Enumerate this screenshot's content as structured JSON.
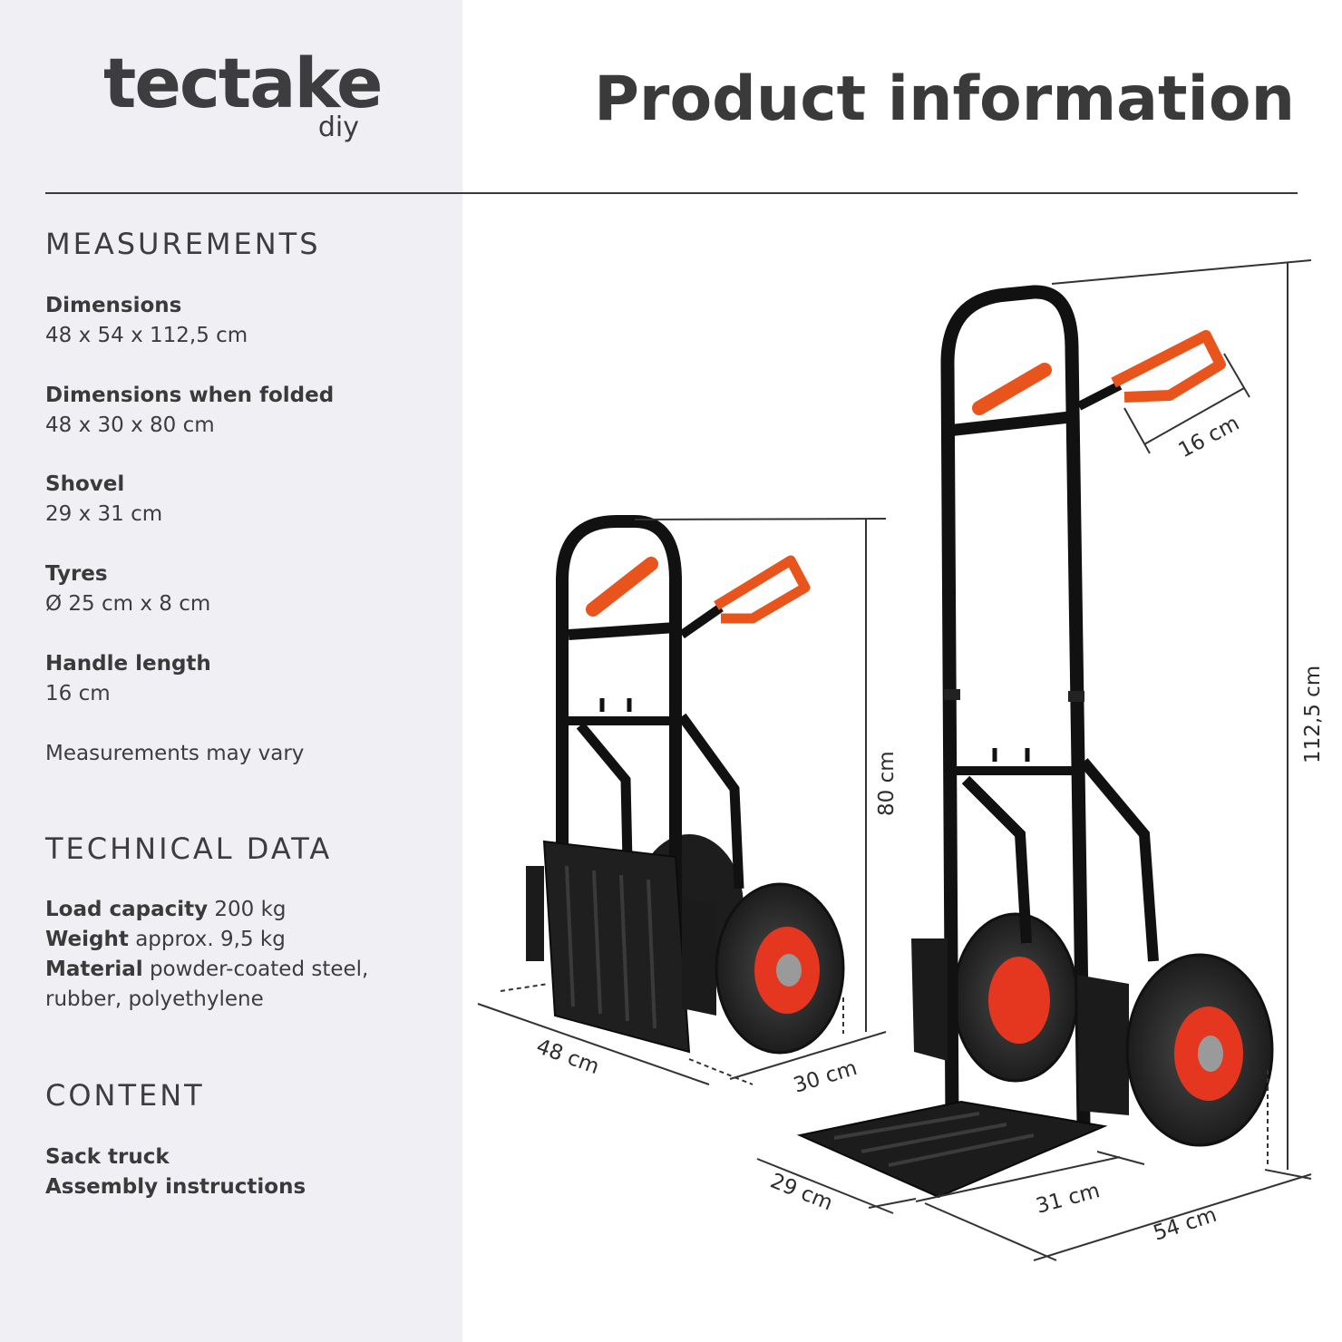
{
  "brand": {
    "name": "tectake",
    "sub": "diy"
  },
  "page_title": "Product information",
  "sections": {
    "measurements": {
      "title": "MEASUREMENTS",
      "items": [
        {
          "label": "Dimensions",
          "value": "48 x 54 x 112,5 cm"
        },
        {
          "label": "Dimensions when folded",
          "value": "48 x 30 x 80 cm"
        },
        {
          "label": "Shovel",
          "value": "29 x 31 cm"
        },
        {
          "label": "Tyres",
          "value": "Ø 25 cm x 8 cm"
        },
        {
          "label": "Handle length",
          "value": "16 cm"
        }
      ],
      "note": "Measurements may vary"
    },
    "technical": {
      "title": "TECHNICAL DATA",
      "items": [
        {
          "label": "Load capacity",
          "value": "200 kg"
        },
        {
          "label": "Weight",
          "value": "approx. 9,5 kg"
        },
        {
          "label": "Material",
          "value": "powder-coated steel,",
          "value2": "rubber, polyethylene"
        }
      ]
    },
    "content": {
      "title": "CONTENT",
      "items": [
        "Sack truck",
        "Assembly instructions"
      ]
    }
  },
  "dimension_labels": {
    "folded_width": "48 cm",
    "folded_depth": "30 cm",
    "folded_height": "80 cm",
    "handle": "16 cm",
    "height": "112,5 cm",
    "shovel_depth": "29 cm",
    "shovel_width": "31 cm",
    "depth": "54 cm"
  },
  "colors": {
    "sidebar_bg": "#f0eff3",
    "text": "#3a3a3a",
    "frame": "#111111",
    "handle_orange": "#e8541c",
    "rim_red": "#e5361f",
    "tyre": "#2a2a2a"
  }
}
